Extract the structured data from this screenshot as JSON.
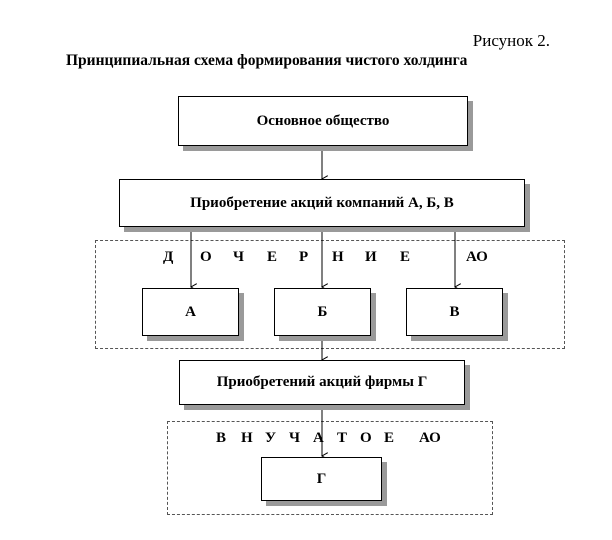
{
  "figure": {
    "label": "Рисунок 2.",
    "title": "Принципиальная схема формирования чистого холдинга"
  },
  "nodes": {
    "parent_company": "Основное общество",
    "acquisition_abv": "Приобретение акций компаний А, Б, В",
    "company_a": "А",
    "company_b": "Б",
    "company_v": "В",
    "acquisition_g": "Приобретений акций фирмы Г",
    "company_g": "Г"
  },
  "groups": {
    "subsidiaries": {
      "letters": [
        "Д",
        "О",
        "Ч",
        "Е",
        "Р",
        "Н",
        "И",
        "Е"
      ],
      "suffix": "АО"
    },
    "grand_subsidiaries": {
      "letters": [
        "В",
        "Н",
        "У",
        "Ч",
        "А",
        "Т",
        "О",
        "Е"
      ],
      "suffix": "АО"
    }
  },
  "colors": {
    "line": "#000000",
    "shadow": "#9a9a9a",
    "dashed_border": "#555555"
  }
}
